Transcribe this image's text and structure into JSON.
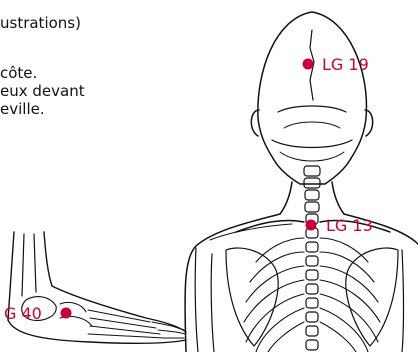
{
  "text_lines": [
    "ustrations)",
    "côte.",
    "eux devant",
    "eville."
  ],
  "points": {
    "lg19": "LG 19",
    "lg13": "LG 13",
    "g40": "G 40"
  },
  "colors": {
    "point": "#c8003a",
    "ink": "#111111"
  }
}
